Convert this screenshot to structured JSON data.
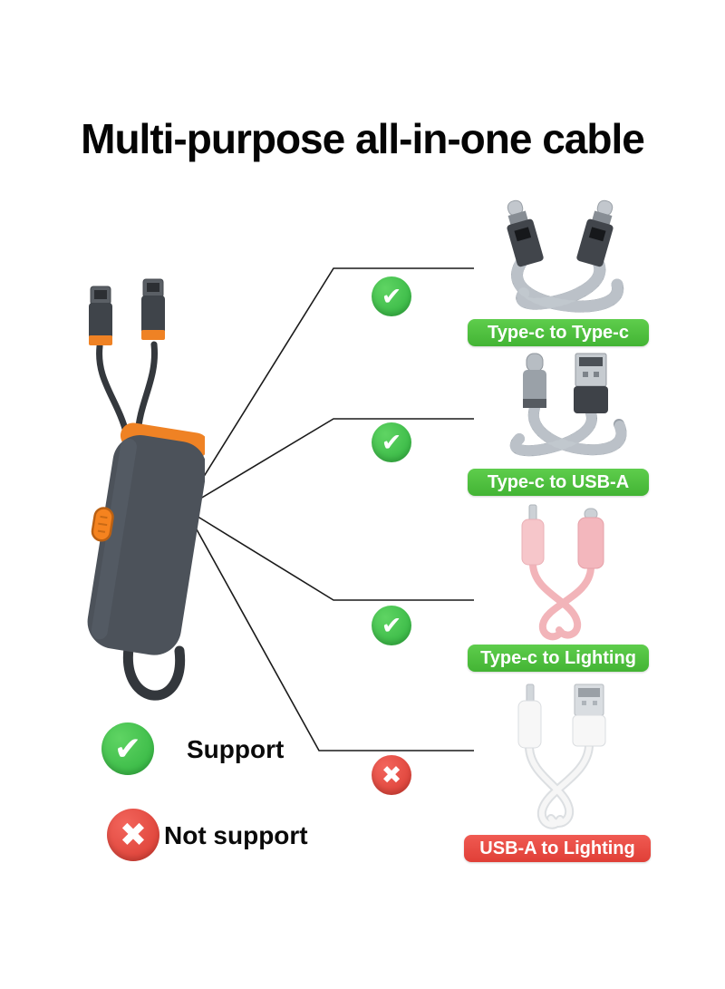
{
  "title": "Multi-purpose all-in-one cable",
  "colors": {
    "support_green": "#3cbc4a",
    "banner_green": "#4fc33e",
    "not_support_red": "#e0453c",
    "banner_red": "#ee4f47",
    "product_accent_orange": "#f08124",
    "product_body_gray": "#4c525a",
    "lightning_cable_pink": "#f2b4b9",
    "braided_cable_gray": "#99a0a8",
    "white_cable": "#f6f6f6"
  },
  "rows": [
    {
      "label": "Type-c to Type-c",
      "status": "support",
      "icon": "check-icon"
    },
    {
      "label": "Type-c to USB-A",
      "status": "support",
      "icon": "check-icon"
    },
    {
      "label": "Type-c to Lighting",
      "status": "support",
      "icon": "check-icon"
    },
    {
      "label": "USB-A to Lighting",
      "status": "not-support",
      "icon": "x-icon"
    }
  ],
  "legend": [
    {
      "label": "Support",
      "icon": "check-icon"
    },
    {
      "label": "Not support",
      "icon": "x-icon"
    }
  ],
  "glyphs": {
    "check": "✔",
    "cross": "✖"
  }
}
